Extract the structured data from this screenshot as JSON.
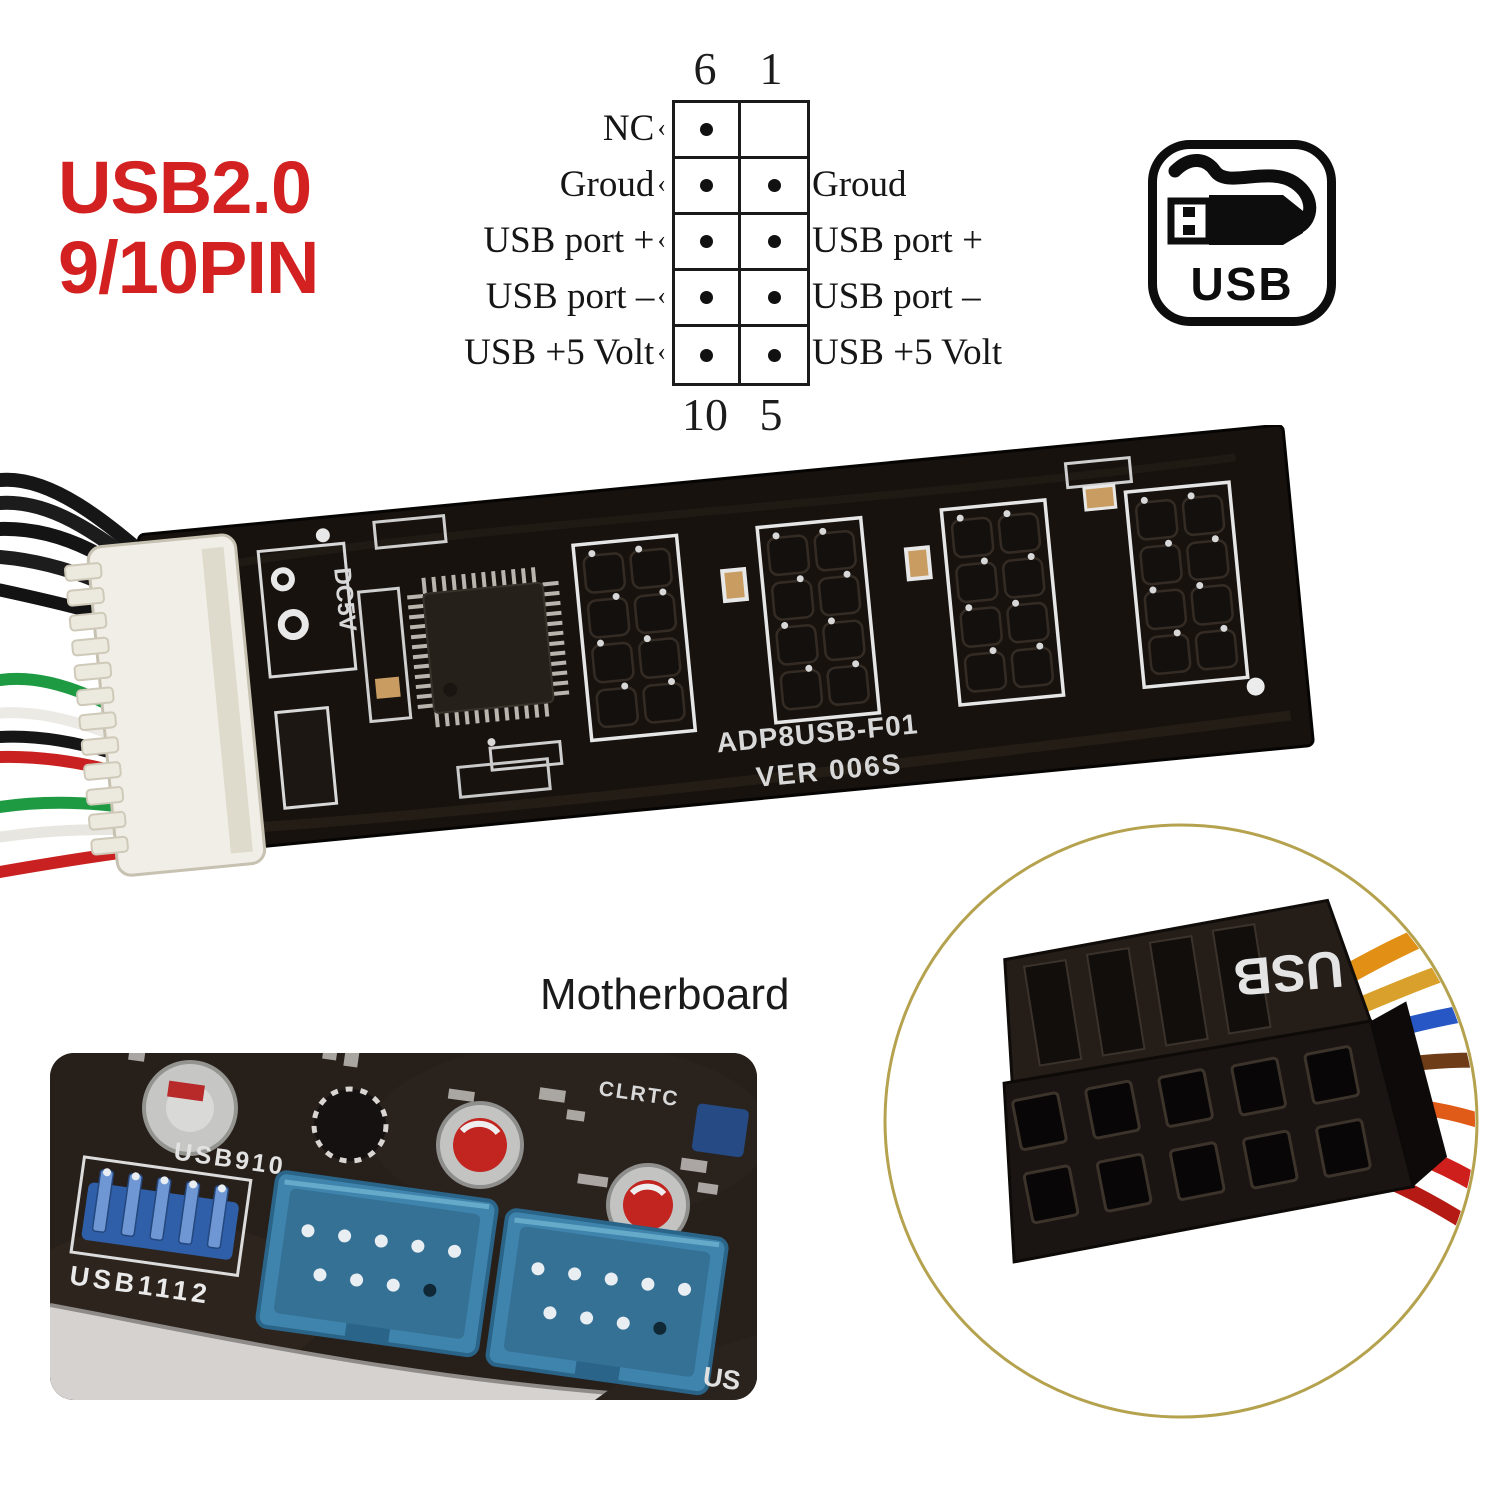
{
  "title": {
    "line1": "USB2.0",
    "line2": "9/10PIN",
    "color": "#d32121"
  },
  "pinout": {
    "top_numbers": [
      "6",
      "1"
    ],
    "bottom_numbers": [
      "10",
      "5"
    ],
    "arrow": "‹",
    "rows": [
      {
        "left": "NC",
        "right": "",
        "left_dot": true,
        "right_dot": false
      },
      {
        "left": "Groud",
        "right": "Groud",
        "left_dot": true,
        "right_dot": true
      },
      {
        "left": "USB port +",
        "right": "USB port +",
        "left_dot": true,
        "right_dot": true
      },
      {
        "left": "USB port –",
        "right": "USB port –",
        "left_dot": true,
        "right_dot": true
      },
      {
        "left": "USB +5 Volt",
        "right": "USB +5 Volt",
        "left_dot": true,
        "right_dot": true
      }
    ]
  },
  "usb_badge": {
    "label": "USB"
  },
  "adapter_board": {
    "silkscreen_model": "ADP8USB-F01",
    "silkscreen_version": "VER 006S",
    "silkscreen_power": "DC5V"
  },
  "motherboard_photo": {
    "caption": "Motherboard",
    "labels": {
      "usb910": "USB910",
      "usb1112": "USB1112",
      "clrtc": "CLRTC",
      "partial_usb": "US"
    }
  },
  "connector_photo": {
    "label": "USB"
  },
  "colors": {
    "accent_red": "#d32121",
    "mobo_header_blue": "#3e84ac",
    "bare_header_blue": "#2f5fa8",
    "circle_ring_gold": "#b5a24e",
    "pcb_black": "#17120e",
    "silkscreen_white": "#e0e0e0"
  }
}
